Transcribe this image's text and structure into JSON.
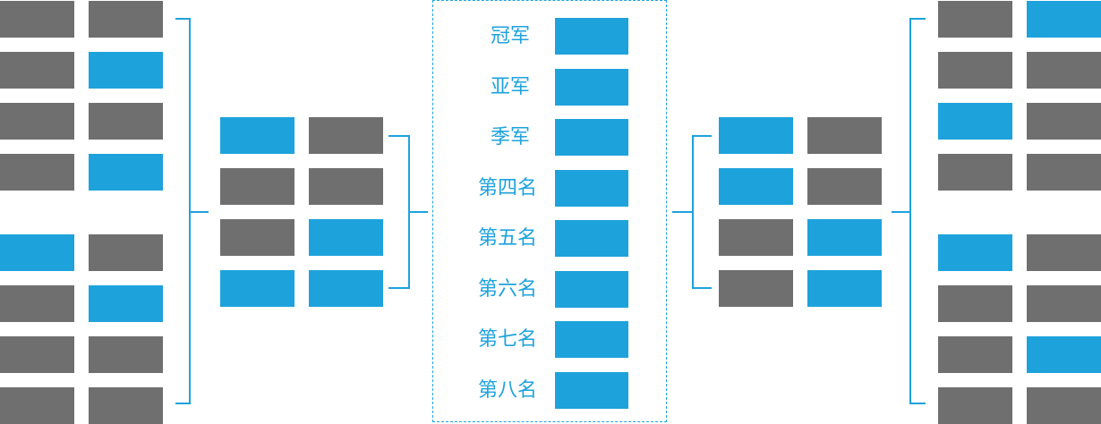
{
  "colors": {
    "accent": "#1ea2dc",
    "slot_gray": "#6f6f6f"
  },
  "left_outer": [
    [
      "g",
      "g"
    ],
    [
      "g",
      "b"
    ],
    [
      "g",
      "g"
    ],
    [
      "g",
      "b"
    ],
    [
      "b",
      "g"
    ],
    [
      "g",
      "b"
    ],
    [
      "g",
      "g"
    ],
    [
      "g",
      "g"
    ]
  ],
  "left_inner": [
    [
      "b",
      "g"
    ],
    [
      "g",
      "g"
    ],
    [
      "g",
      "b"
    ],
    [
      "b",
      "b"
    ]
  ],
  "right_inner": [
    [
      "b",
      "g"
    ],
    [
      "b",
      "g"
    ],
    [
      "g",
      "b"
    ],
    [
      "g",
      "b"
    ]
  ],
  "right_outer": [
    [
      "g",
      "b"
    ],
    [
      "g",
      "g"
    ],
    [
      "b",
      "g"
    ],
    [
      "g",
      "g"
    ],
    [
      "b",
      "g"
    ],
    [
      "g",
      "g"
    ],
    [
      "g",
      "b"
    ],
    [
      "g",
      "g"
    ]
  ],
  "rankings": {
    "labels": [
      "冠军",
      "亚军",
      "季军",
      "第四名",
      "第五名",
      "第六名",
      "第七名",
      "第八名"
    ]
  }
}
